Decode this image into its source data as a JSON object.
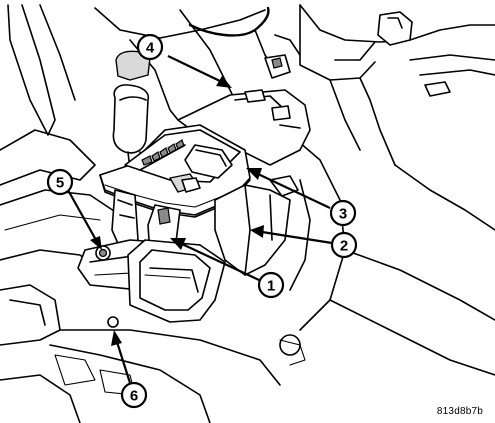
{
  "figure_code": "813d8b7b",
  "callouts": [
    {
      "id": "1",
      "label": "1"
    },
    {
      "id": "2",
      "label": "2"
    },
    {
      "id": "3",
      "label": "3"
    },
    {
      "id": "4",
      "label": "4"
    },
    {
      "id": "5",
      "label": "5"
    },
    {
      "id": "6",
      "label": "6"
    }
  ]
}
